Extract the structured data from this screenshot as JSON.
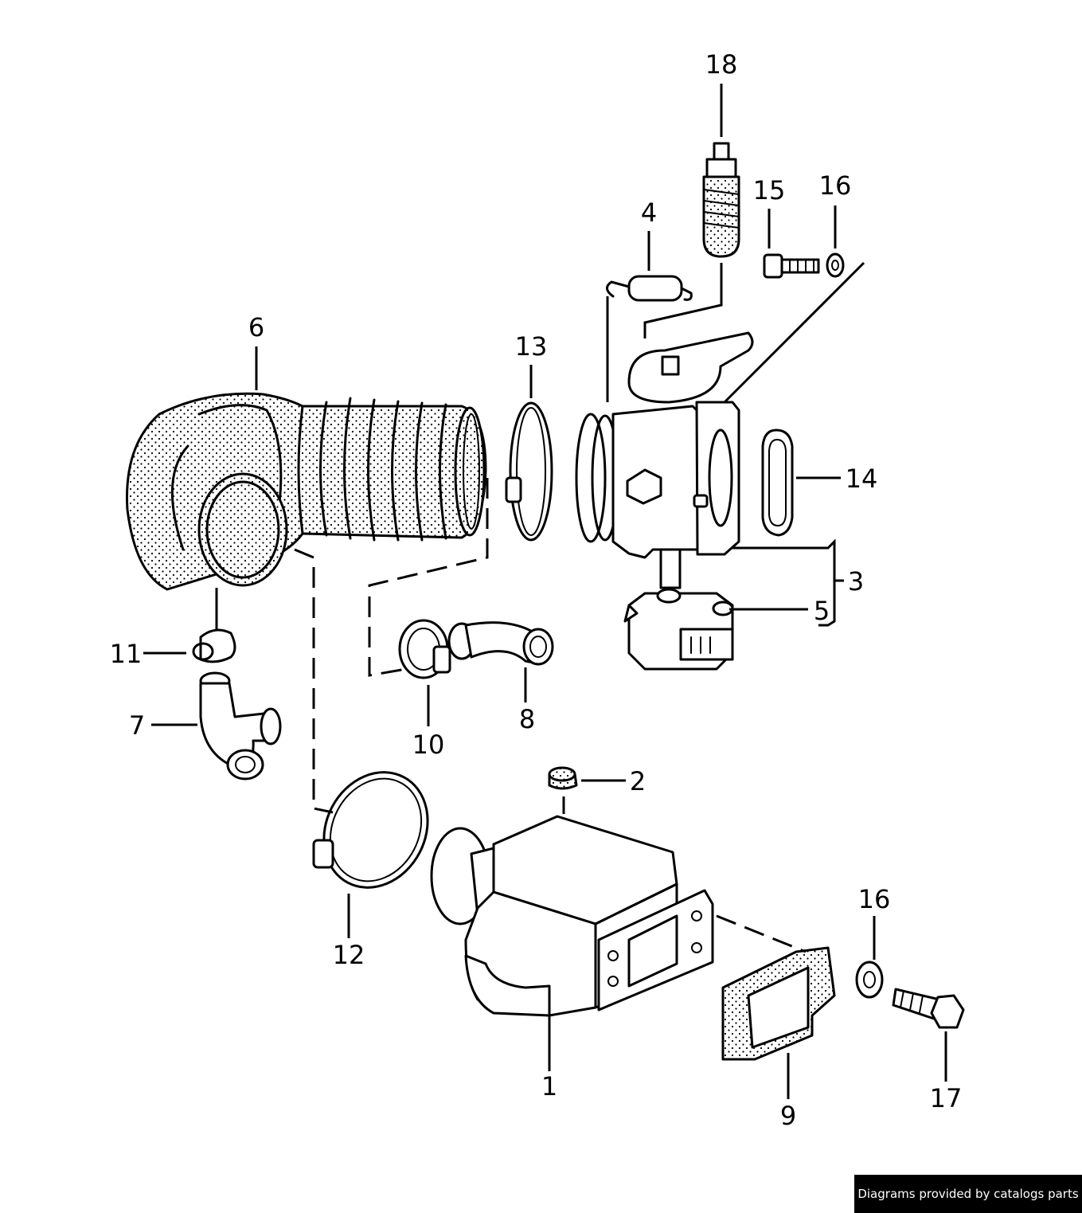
{
  "credit": "Diagrams provided by catalogs parts",
  "callouts": [
    {
      "id": "18",
      "label": "18"
    },
    {
      "id": "15",
      "label": "15"
    },
    {
      "id": "16a",
      "label": "16"
    },
    {
      "id": "4",
      "label": "4"
    },
    {
      "id": "6",
      "label": "6"
    },
    {
      "id": "13",
      "label": "13"
    },
    {
      "id": "14",
      "label": "14"
    },
    {
      "id": "3",
      "label": "3"
    },
    {
      "id": "5",
      "label": "5"
    },
    {
      "id": "11",
      "label": "11"
    },
    {
      "id": "7",
      "label": "7"
    },
    {
      "id": "10",
      "label": "10"
    },
    {
      "id": "8",
      "label": "8"
    },
    {
      "id": "2",
      "label": "2"
    },
    {
      "id": "12",
      "label": "12"
    },
    {
      "id": "16b",
      "label": "16"
    },
    {
      "id": "1",
      "label": "1"
    },
    {
      "id": "9",
      "label": "9"
    },
    {
      "id": "17",
      "label": "17"
    }
  ]
}
